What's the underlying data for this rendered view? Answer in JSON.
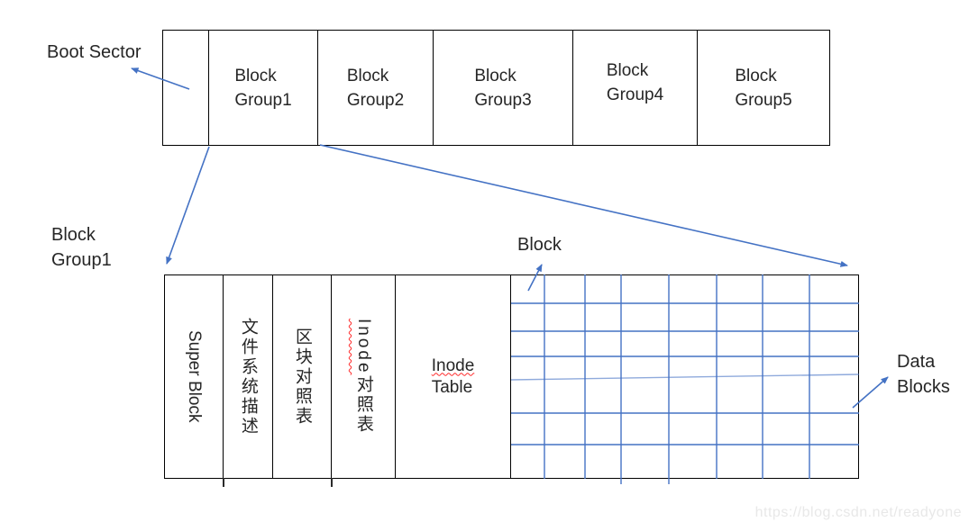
{
  "annotations": {
    "boot_sector": "Boot Sector",
    "block_group1": "Block\nGroup1",
    "block": "Block",
    "data_blocks": "Data\nBlocks"
  },
  "top_row": {
    "cells": [
      {
        "label": ""
      },
      {
        "label": "Block\nGroup1"
      },
      {
        "label": "Block\nGroup2"
      },
      {
        "label": "Block\nGroup3"
      },
      {
        "label": "Block\nGroup4"
      },
      {
        "label": "Block\nGroup5"
      }
    ]
  },
  "block_group_detail": {
    "super_block": "Super Block",
    "fs_description": "文件系统描述",
    "block_bitmap": "区块对照表",
    "inode_bitmap_word": "Inode",
    "inode_bitmap_rest": "对照表",
    "inode_table_line1": "Inode",
    "inode_table_line2": "Table",
    "data_grid": {
      "rows": 7,
      "columns": 8
    }
  },
  "watermark": "https://blog.csdn.net/readyone",
  "colors": {
    "line_blue": "#4472C4",
    "border_black": "#000000",
    "spellcheck_red": "#FF2A2A",
    "watermark_gray": "#E8E8E8"
  }
}
